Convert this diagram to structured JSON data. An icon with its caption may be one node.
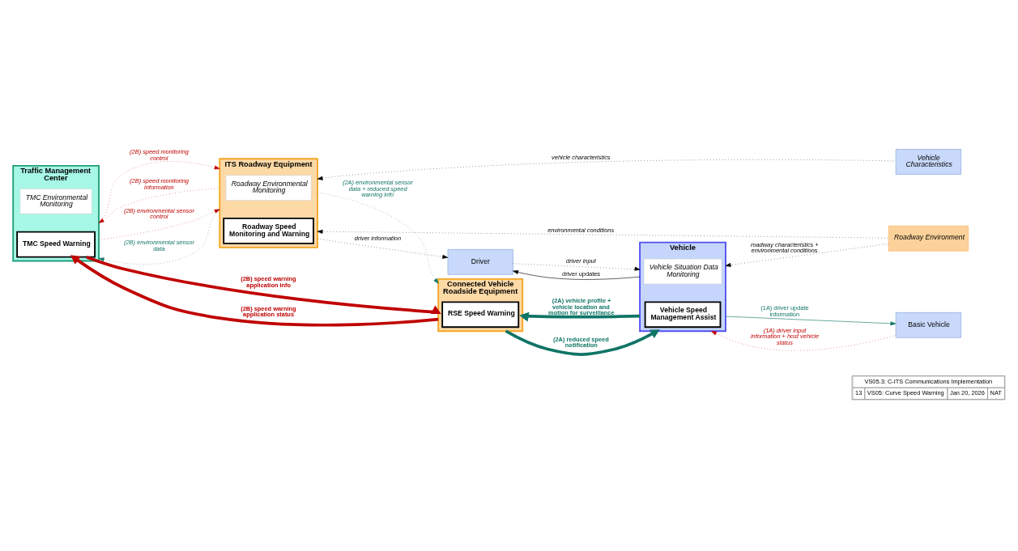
{
  "diagram": {
    "nodes": [
      {
        "text": [
          "Traffic Management Center"
        ]
      },
      {
        "text": [
          "TMC Environmental Monitoring"
        ],
        "in": 0
      },
      {
        "text": [
          "TMC Speed Warning"
        ],
        "in": 0
      },
      {
        "text": [
          "ITS Roadway Equipment"
        ]
      },
      {
        "text": [
          "Roadway Environmental Monitoring"
        ],
        "in": 3
      },
      {
        "text": [
          "Roadway Speed Monitoring and Warning"
        ],
        "in": 3
      },
      {
        "text": [
          "Vehicle Characteristics"
        ]
      },
      {
        "text": [
          "Driver"
        ]
      },
      {
        "text": [
          "Connected Vehicle Roadside Equipment"
        ]
      },
      {
        "text": [
          "RSE Speed Warning"
        ],
        "in": 8
      },
      {
        "text": [
          "Vehicle"
        ]
      },
      {
        "text": [
          "Vehicle Speed Management Assist"
        ],
        "in": 10
      },
      {
        "text": [
          "Vehicle Situation Data Monitoring"
        ],
        "in": 10
      },
      {
        "text": [
          "Roadway Environment"
        ]
      },
      {
        "text": [
          "Basic Vehicle"
        ]
      }
    ],
    "edges": [
      {
        "from": 0,
        "to": 3,
        "arrow": "to",
        "label": "(2B) environmental sensor control",
        "style": "dashed",
        "color": "#c00000"
      },
      {
        "from": 3,
        "to": 0,
        "arrow": "to",
        "label": "(2B) environmental sensor data",
        "style": "dashed",
        "color": "#0f7566"
      },
      {
        "from": 0,
        "to": 3,
        "arrow": "to",
        "label": "(2B) speed monitoring control",
        "style": "dashed",
        "color": "#c00000"
      },
      {
        "from": 3,
        "to": 0,
        "arrow": "to",
        "label": "(2B) speed monitoring information",
        "style": "dashed",
        "color": "#c00000"
      },
      {
        "from": 13,
        "to": 3,
        "arrow": "to",
        "label": "environmental conditions",
        "style": "dashed",
        "color": "#000000"
      },
      {
        "from": 6,
        "to": 3,
        "arrow": "to",
        "label": "vehicle characteristics",
        "style": "dashed",
        "color": "#000000"
      },
      {
        "from": 3,
        "to": 7,
        "arrow": "to",
        "label": "driver information",
        "style": "dashed",
        "color": "#000000"
      },
      {
        "from": 3,
        "to": 8,
        "arrow": "to",
        "label": "(2A) environmental sensor data + reduced speed warning info",
        "style": "dashed",
        "color": "#0f7566"
      },
      {
        "from": 7,
        "to": 10,
        "arrow": "to",
        "label": "driver input",
        "style": "dashed",
        "color": "#000000"
      },
      {
        "from": 10,
        "to": 7,
        "arrow": "to",
        "label": "driver updates",
        "color": "#000000"
      },
      {
        "from": 2,
        "to": 8,
        "arrow": "to",
        "label": "(2B) speed warning application info",
        "style": "thick",
        "color": "#c00000"
      },
      {
        "from": 8,
        "to": 2,
        "arrow": "to",
        "label": "(2B) speed warning application status",
        "style": "thick",
        "color": "#c00000"
      },
      {
        "from": 8,
        "to": 10,
        "arrow": "to",
        "label": "(2A) reduced speed notification",
        "style": "thick",
        "color": "#0f7566"
      },
      {
        "from": 10,
        "to": 8,
        "arrow": "to",
        "label": "(2A) vehicle profile + vehicle location and motion for surveillance",
        "style": "thick",
        "color": "#0f7566"
      },
      {
        "from": 13,
        "to": 10,
        "arrow": "to",
        "label": "roadway characteristics + environmental conditions",
        "style": "dashed",
        "color": "#000000"
      },
      {
        "from": 14,
        "to": 10,
        "arrow": "to",
        "label": "(1A) driver input information + host vehicle status",
        "style": "dashed",
        "color": "#c00000"
      },
      {
        "from": 10,
        "to": 14,
        "arrow": "to",
        "label": "(1A) driver update information",
        "color": "#0f7566"
      }
    ],
    "labels": [
      "VS05.3: C-ITS Communications Implementation",
      "13",
      "VS05: Curve Speed Warning",
      "Jan 20, 2026",
      "NAT"
    ]
  }
}
